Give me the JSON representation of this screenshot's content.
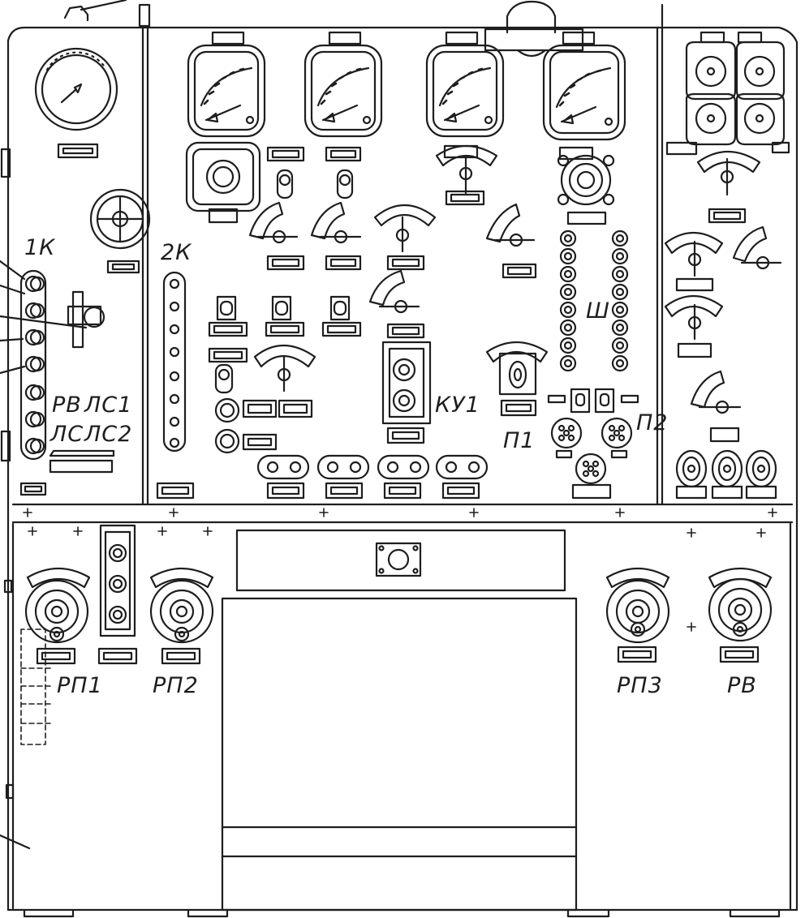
{
  "diagram": {
    "labels": {
      "block_1k": "1К",
      "block_2k": "2К",
      "rv": "РВ",
      "ls1": "ЛС1",
      "ls": "ЛС",
      "ls2": "ЛС2",
      "ku1": "КУ1",
      "sh": "Ш",
      "p1": "П1",
      "p2": "П2",
      "rp1": "РП1",
      "rp2": "РП2",
      "rp3": "РП3",
      "rv_bottom": "РВ"
    },
    "colors": {
      "line": "#1e1e1e",
      "paper": "#ffffff"
    }
  }
}
